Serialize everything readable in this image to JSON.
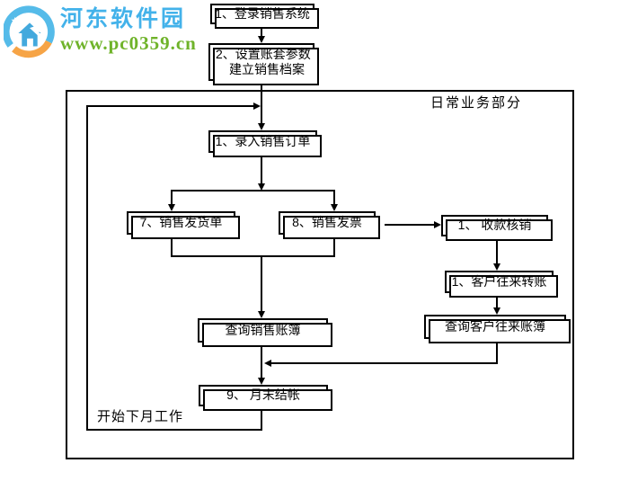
{
  "watermark": {
    "site_name": "河东软件园",
    "site_url": "www.pc0359.cn",
    "brand_blue": "#43b2ea",
    "brand_green": "#6fb32a",
    "brand_orange": "#f6a446"
  },
  "diagram": {
    "region_label": "日常业务部分",
    "loop_label": "开始下月工作",
    "nodes": {
      "login": "1、登录销售系统",
      "setup_line1": "2、设置账套参数",
      "setup_line2": "建立销售档案",
      "order": "1、录入销售订单",
      "delivery": "7、销售发货单",
      "invoice": "8、销售发票",
      "receipt": "1、 收款核销",
      "transfer": "1、客户往来转账",
      "query_customer": "查询客户往来账簿",
      "query_sales": "查询销售账簿",
      "month_end": "9、 月末结帐"
    }
  }
}
